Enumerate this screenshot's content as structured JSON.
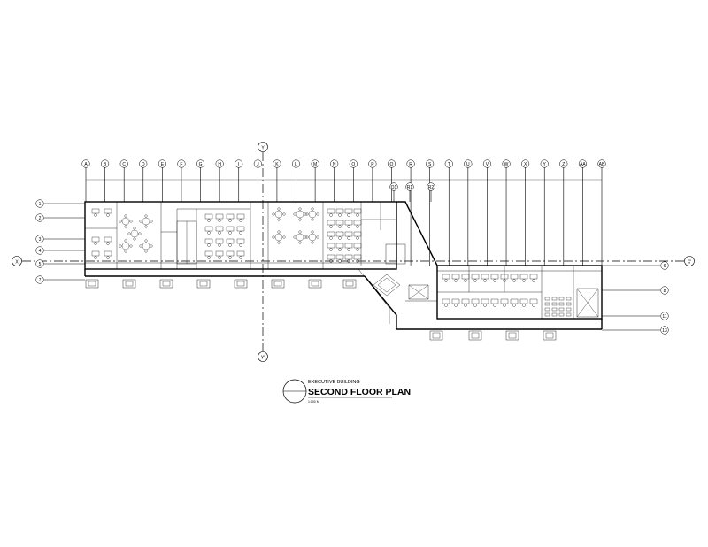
{
  "grid_columns": [
    "A",
    "B",
    "C",
    "D",
    "E",
    "F",
    "G",
    "H",
    "I",
    "J",
    "K",
    "L",
    "M",
    "N",
    "O",
    "P",
    "Q",
    "R",
    "S",
    "T",
    "U",
    "V",
    "W",
    "X",
    "Y",
    "Z",
    "AA",
    "AB"
  ],
  "grid_rows_left": [
    "1",
    "2",
    "3",
    "4",
    "5",
    "7"
  ],
  "grid_rows_right": [
    "6",
    "8",
    "11",
    "13"
  ],
  "wing_columns": [
    "Q1",
    "R1",
    "R2"
  ],
  "axis_labels": {
    "x_left": "X",
    "x_right": "X'",
    "y_top": "Y",
    "y_bottom": "Y'"
  },
  "title_block": {
    "building": "EXECUTIVE BUILDING",
    "plan_title": "SECOND FLOOR PLAN",
    "scale": "1:100 M"
  }
}
